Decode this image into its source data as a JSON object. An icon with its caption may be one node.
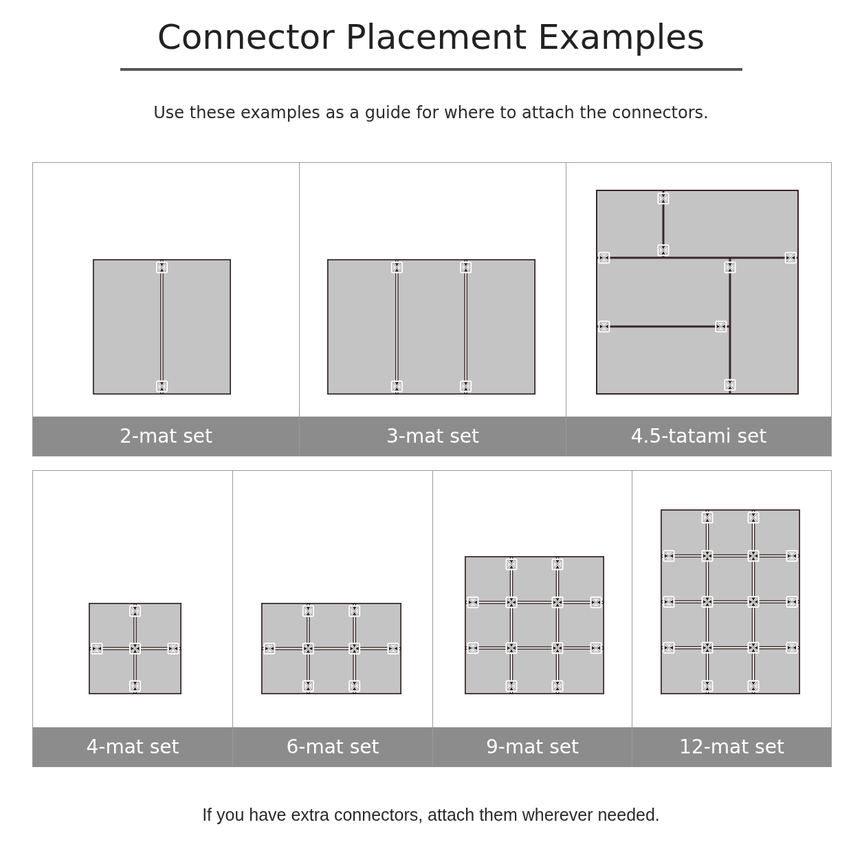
{
  "diagram": {
    "title": "Connector Placement Examples",
    "caption": "If you have extra connectors, attach them wherever needed.",
    "nodes": [
      {
        "text": [
          "2-mat set"
        ]
      },
      {
        "text": [
          "3-mat set"
        ]
      },
      {
        "text": [
          "4.5-tatami set"
        ]
      },
      {
        "text": [
          "4-mat set"
        ]
      },
      {
        "text": [
          "6-mat set"
        ]
      },
      {
        "text": [
          "9-mat set"
        ]
      },
      {
        "text": [
          "12-mat set"
        ]
      }
    ],
    "labels": [
      "Use these examples as a guide for where to attach the connectors."
    ]
  }
}
